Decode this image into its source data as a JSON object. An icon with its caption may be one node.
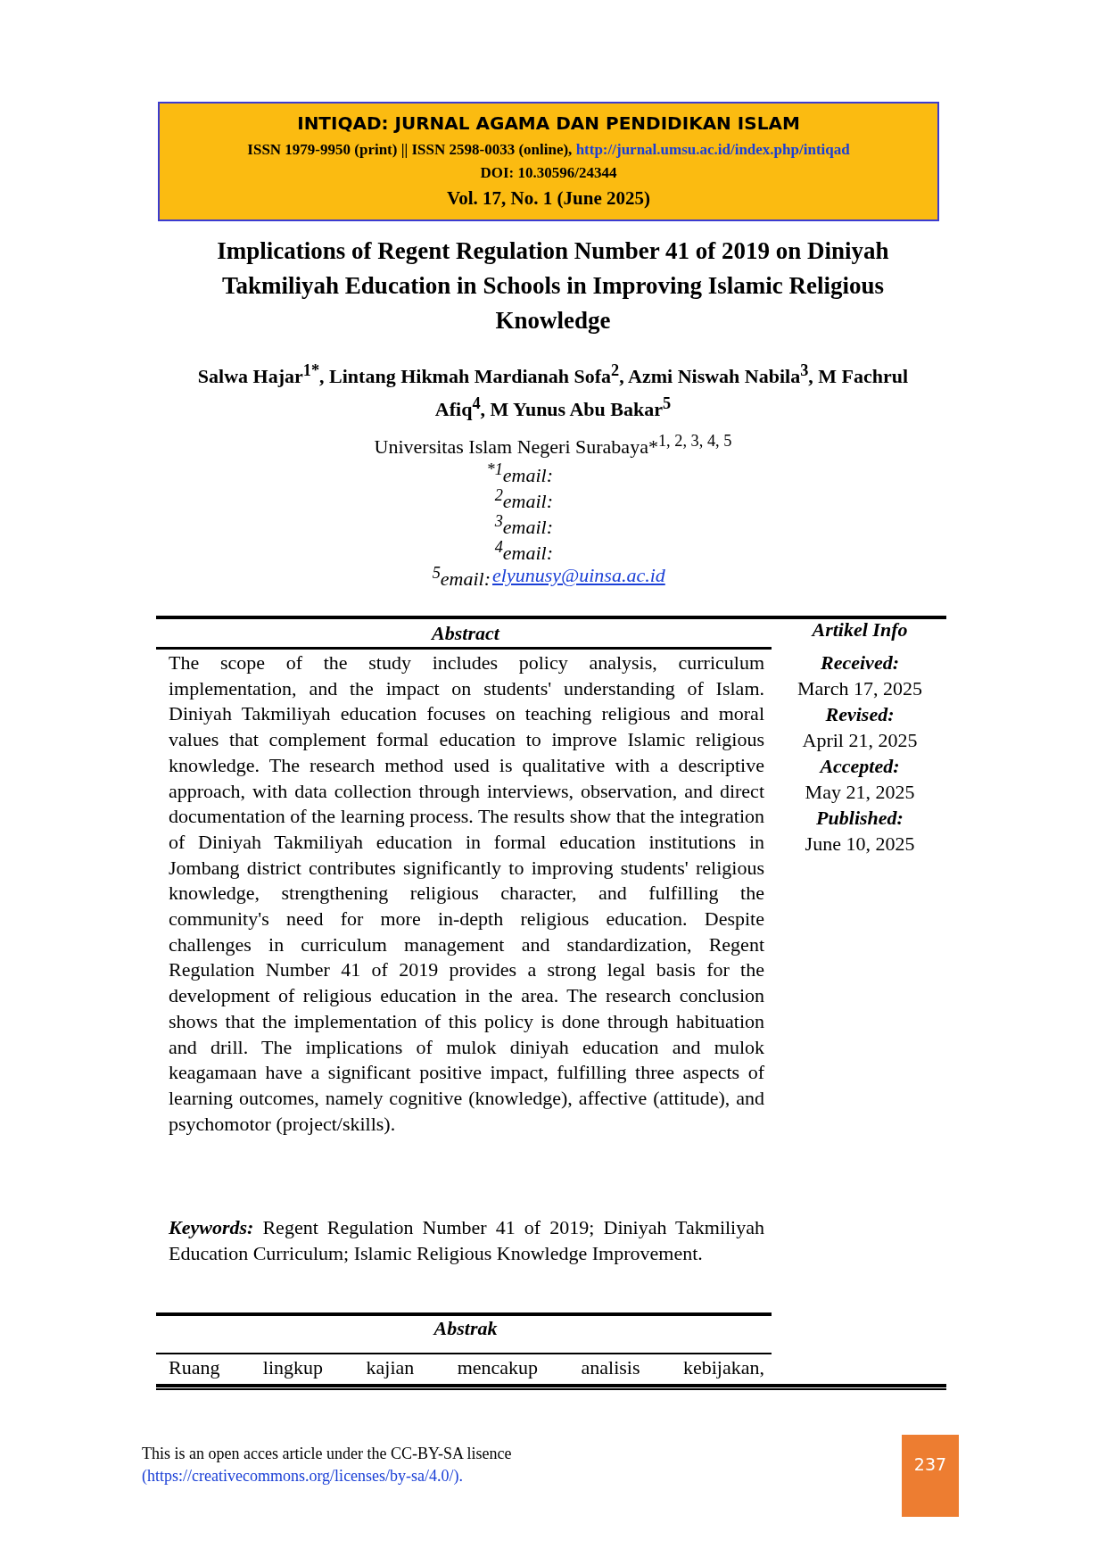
{
  "diagram": {
    "title": "Implications of Regent Regulation Number 41 of 2019 on Diniyah Takmiliyah Education in Schools in Improving Islamic Religious Knowledge",
    "nodes": [
      {
        "text": [
          "INTIQAD: JURNAL AGAMA DAN PENDIDIKAN ISLAM",
          "ISSN 1979-9950 (print) || ISSN 2598-0033 (online),",
          "http://jurnal.umsu.ac.id/index.php/intiqad",
          "DOI: 10.30596/24344",
          "Vol. 17, No. 1 (June 2025)"
        ]
      },
      {
        "text": [
          "237"
        ]
      }
    ],
    "labels": [
      "Salwa Hajar$^{1*}$, Lintang Hikmah Mardianah Sofa$^{2}$, Azmi Niswah Nabila$^{3}$, M Fachrul Afiq$^{4}$, M Yunus Abu Bakar$^{5}$",
      "Universitas Islam Negeri Surabaya*$^{1, 2, 3, 4, 5}$",
      "$^{*1}$email:",
      "$^{2}$email:",
      "$^{3}$email:",
      "$^{4}$email:",
      "$^{5}$email:",
      "elyunusy@uinsa.ac.id",
      "Abstract",
      "The scope of the study includes policy analysis, curriculum implementation, and the impact on students' understanding of Islam. Diniyah Takmiliyah education focuses on teaching religious and moral values that complement formal education to improve Islamic religious knowledge. The research method used is qualitative with a descriptive approach, with data collection through interviews, observation, and direct documentation of the learning process. The results show that the integration of Diniyah Takmiliyah education in formal education institutions in Jombang district contributes significantly to improving students' religious knowledge, strengthening religious character, and fulfilling the community's need for more in-depth religious education. Despite challenges in curriculum management and standardization, Regent Regulation Number 41 of 2019 provides a strong legal basis for the development of religious education in the area. The research conclusion shows that the implementation of this policy is done through habituation and drill. The implications of mulok diniyah education and mulok keagamaan have a significant positive impact, fulfilling three aspects of learning outcomes, namely cognitive (knowledge), affective (attitude), and psychomotor (project/skills).",
      "**Keywords:** Regent Regulation Number 41 of 2019; Diniyah Takmiliyah Education Curriculum; Islamic Religious Knowledge Improvement.",
      "Abstrak",
      "Ruang lingkup kajian mencakup analisis kebijakan,",
      "Artikel Info",
      "Received:",
      "March 17, 2025",
      "Revised:",
      "April 21, 2025",
      "Accepted:",
      "May 21, 2025",
      "Published:",
      "June 10, 2025",
      "This is an open acces article under the CC-BY-SA lisence",
      "(https://creativecommons.org/licenses/by-sa/4.0/)."
    ]
  }
}
